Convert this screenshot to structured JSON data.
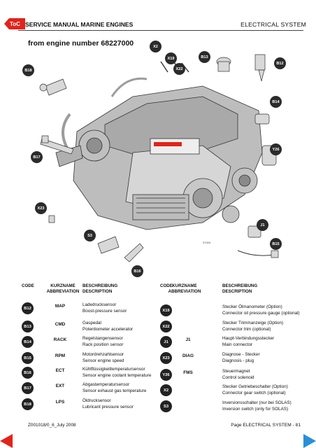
{
  "header": {
    "toc_badge": "ToC",
    "left_title": "SERVICE MANUAL MARINE ENGINES",
    "right_title": "ELECTRICAL SYSTEM"
  },
  "subtitle": "from engine number 68227000",
  "figure": {
    "image_code": "07003",
    "callouts": [
      "X2",
      "X19",
      "X22",
      "B13",
      "B12",
      "B18",
      "B14",
      "Y26",
      "B17",
      "X23",
      "J1",
      "S3",
      "B15",
      "B16"
    ]
  },
  "table_headers": {
    "left": {
      "code": "CODE",
      "abbr_line1": "KURZNAME",
      "abbr_line2": "ABBREVIATION",
      "desc_line1": "BESCHREIBUNG",
      "desc_line2": "DESCRIPTION"
    },
    "right": {
      "code": "CODE",
      "abbr_line1": "KURZNAME",
      "abbr_line2": "ABBREVIATION",
      "desc_line1": "BESCHREIBUNG",
      "desc_line2": "DESCRIPTION"
    }
  },
  "left_rows": [
    {
      "code": "B12",
      "abbr": "MAP",
      "de": "Ladedrucksensor",
      "en": "Boost-pressure sensor"
    },
    {
      "code": "B13",
      "abbr": "CMD",
      "de": "Gaspedal",
      "en": "Potentiometer accelerator"
    },
    {
      "code": "B14",
      "abbr": "RACK",
      "de": "Regelstangensensor",
      "en": "Rack position sensor"
    },
    {
      "code": "B15",
      "abbr": "RPM",
      "de": "Motordrehzahlsensor",
      "en": "Sensor engine speed"
    },
    {
      "code": "B16",
      "abbr": "ECT",
      "de": "Kühlflüssigkeittemperatursensor",
      "en": "Sensor engine coolant temperature"
    },
    {
      "code": "B17",
      "abbr": "EXT",
      "de": "Abgastemperatursensor",
      "en": "Sensor exhaust gas temperature"
    },
    {
      "code": "B18",
      "abbr": "LPS",
      "de": "Öldrucksensor",
      "en": "Lubricant pressure sensor"
    }
  ],
  "right_rows": [
    {
      "code": "X19",
      "abbr": "",
      "de": "Stecker Ölmanometer (Option)",
      "en": "Connector oil pressure gauge (optional)"
    },
    {
      "code": "X22",
      "abbr": "",
      "de": "Stecker Trimmanzeige (Option)",
      "en": "Connector trim (optional)"
    },
    {
      "code": "J1",
      "abbr": "J1",
      "de": "Haupt-Verbindungsstecker",
      "en": "Main connector"
    },
    {
      "code": "X23",
      "abbr": "DIAG",
      "de": "Diagnose - Stecker",
      "en": "Diagnosis - plug"
    },
    {
      "code": "Y26",
      "abbr": "FMS",
      "de": "Steuermagnet",
      "en": "Control solenoid"
    },
    {
      "code": "X2",
      "abbr": "",
      "de": "Stecker Getriebeschalter (Option)",
      "en": "Connector gear switch (optional)"
    },
    {
      "code": "S3",
      "abbr": "",
      "de": "Inversionsschalter (nur bei SOLAS)",
      "en": "Inversion switch (only for SOLAS)"
    }
  ],
  "footer": {
    "left": "Z001018/0_6_July 2008",
    "right": "Page ELECTRICAL SYSTEM - 81"
  },
  "colors": {
    "accent_red": "#e2231a",
    "bubble": "#222222"
  }
}
